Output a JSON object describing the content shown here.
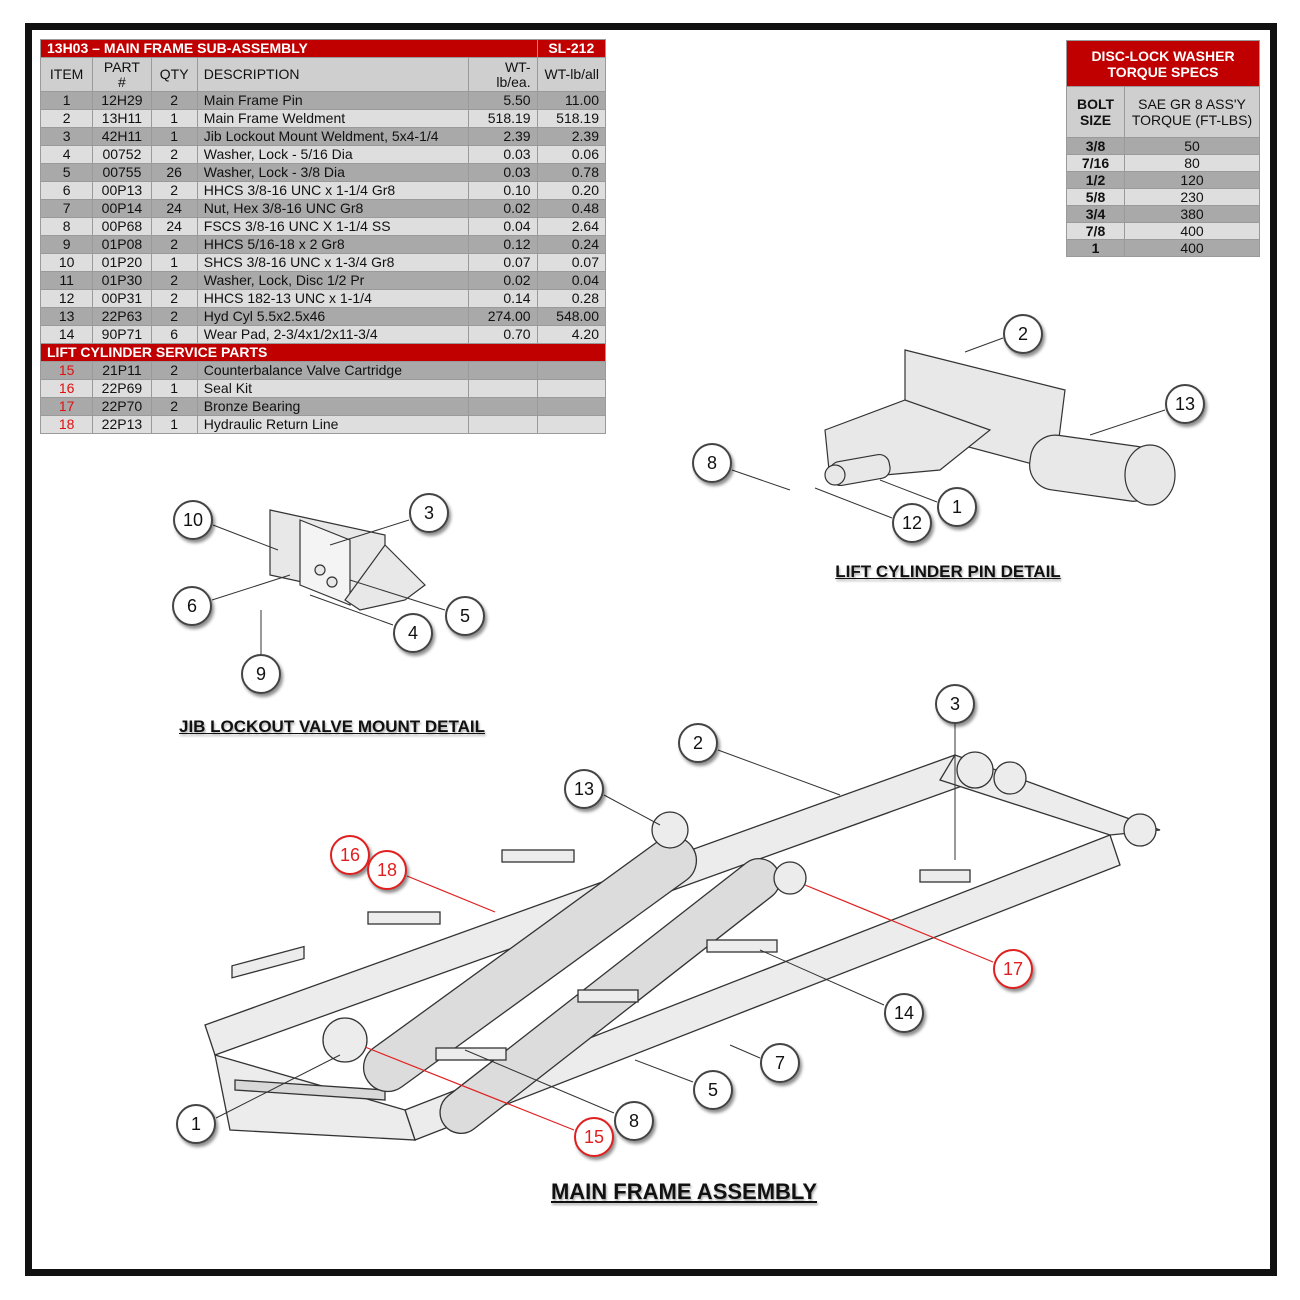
{
  "bom": {
    "title": "13H03 – MAIN FRAME SUB-ASSEMBLY",
    "sheet": "SL-212",
    "headers": [
      "ITEM",
      "PART #",
      "QTY",
      "DESCRIPTION",
      "WT-lb/ea.",
      "WT-lb/all"
    ],
    "rows": [
      [
        "1",
        "12H29",
        "2",
        "Main Frame Pin",
        "5.50",
        "11.00"
      ],
      [
        "2",
        "13H11",
        "1",
        "Main Frame Weldment",
        "518.19",
        "518.19"
      ],
      [
        "3",
        "42H11",
        "1",
        "Jib Lockout Mount Weldment, 5x4-1/4",
        "2.39",
        "2.39"
      ],
      [
        "4",
        "00752",
        "2",
        "Washer, Lock - 5/16 Dia",
        "0.03",
        "0.06"
      ],
      [
        "5",
        "00755",
        "26",
        "Washer, Lock - 3/8 Dia",
        "0.03",
        "0.78"
      ],
      [
        "6",
        "00P13",
        "2",
        "HHCS 3/8-16 UNC x 1-1/4 Gr8",
        "0.10",
        "0.20"
      ],
      [
        "7",
        "00P14",
        "24",
        "Nut, Hex 3/8-16 UNC Gr8",
        "0.02",
        "0.48"
      ],
      [
        "8",
        "00P68",
        "24",
        "FSCS 3/8-16 UNC X 1-1/4 SS",
        "0.04",
        "2.64"
      ],
      [
        "9",
        "01P08",
        "2",
        "HHCS 5/16-18 x 2 Gr8",
        "0.12",
        "0.24"
      ],
      [
        "10",
        "01P20",
        "1",
        "SHCS 3/8-16 UNC x 1-3/4 Gr8",
        "0.07",
        "0.07"
      ],
      [
        "11",
        "01P30",
        "2",
        "Washer, Lock, Disc 1/2 Pr",
        "0.02",
        "0.04"
      ],
      [
        "12",
        "00P31",
        "2",
        "HHCS 182-13 UNC x 1-1/4",
        "0.14",
        "0.28"
      ],
      [
        "13",
        "22P63",
        "2",
        "Hyd Cyl 5.5x2.5x46",
        "274.00",
        "548.00"
      ],
      [
        "14",
        "90P71",
        "6",
        "Wear Pad, 2-3/4x1/2x11-3/4",
        "0.70",
        "4.20"
      ]
    ],
    "service_title": "LIFT CYLINDER SERVICE PARTS",
    "service_rows": [
      [
        "15",
        "21P11",
        "2",
        "Counterbalance Valve Cartridge"
      ],
      [
        "16",
        "22P69",
        "1",
        "Seal Kit"
      ],
      [
        "17",
        "22P70",
        "2",
        "Bronze Bearing"
      ],
      [
        "18",
        "22P13",
        "1",
        "Hydraulic Return Line"
      ]
    ]
  },
  "torque": {
    "title": "DISC-LOCK WASHER TORQUE SPECS",
    "col1": "BOLT SIZE",
    "col2": "SAE GR 8 ASS'Y TORQUE (FT-LBS)",
    "rows": [
      [
        "3/8",
        "50"
      ],
      [
        "7/16",
        "80"
      ],
      [
        "1/2",
        "120"
      ],
      [
        "5/8",
        "230"
      ],
      [
        "3/4",
        "380"
      ],
      [
        "7/8",
        "400"
      ],
      [
        "1",
        "400"
      ]
    ]
  },
  "captions": {
    "lift": "LIFT CYLINDER PIN DETAIL",
    "jib": "JIB LOCKOUT VALVE MOUNT DETAIL",
    "main": "MAIN FRAME ASSEMBLY"
  },
  "balloons": {
    "lift": [
      "2",
      "13",
      "8",
      "1",
      "12"
    ],
    "jib": [
      "10",
      "3",
      "6",
      "5",
      "4",
      "9"
    ],
    "main": [
      "3",
      "2",
      "13",
      "16",
      "18",
      "17",
      "14",
      "7",
      "5",
      "8",
      "15",
      "1"
    ]
  },
  "colors": {
    "accent": "#c00000",
    "service": "#e02020"
  }
}
